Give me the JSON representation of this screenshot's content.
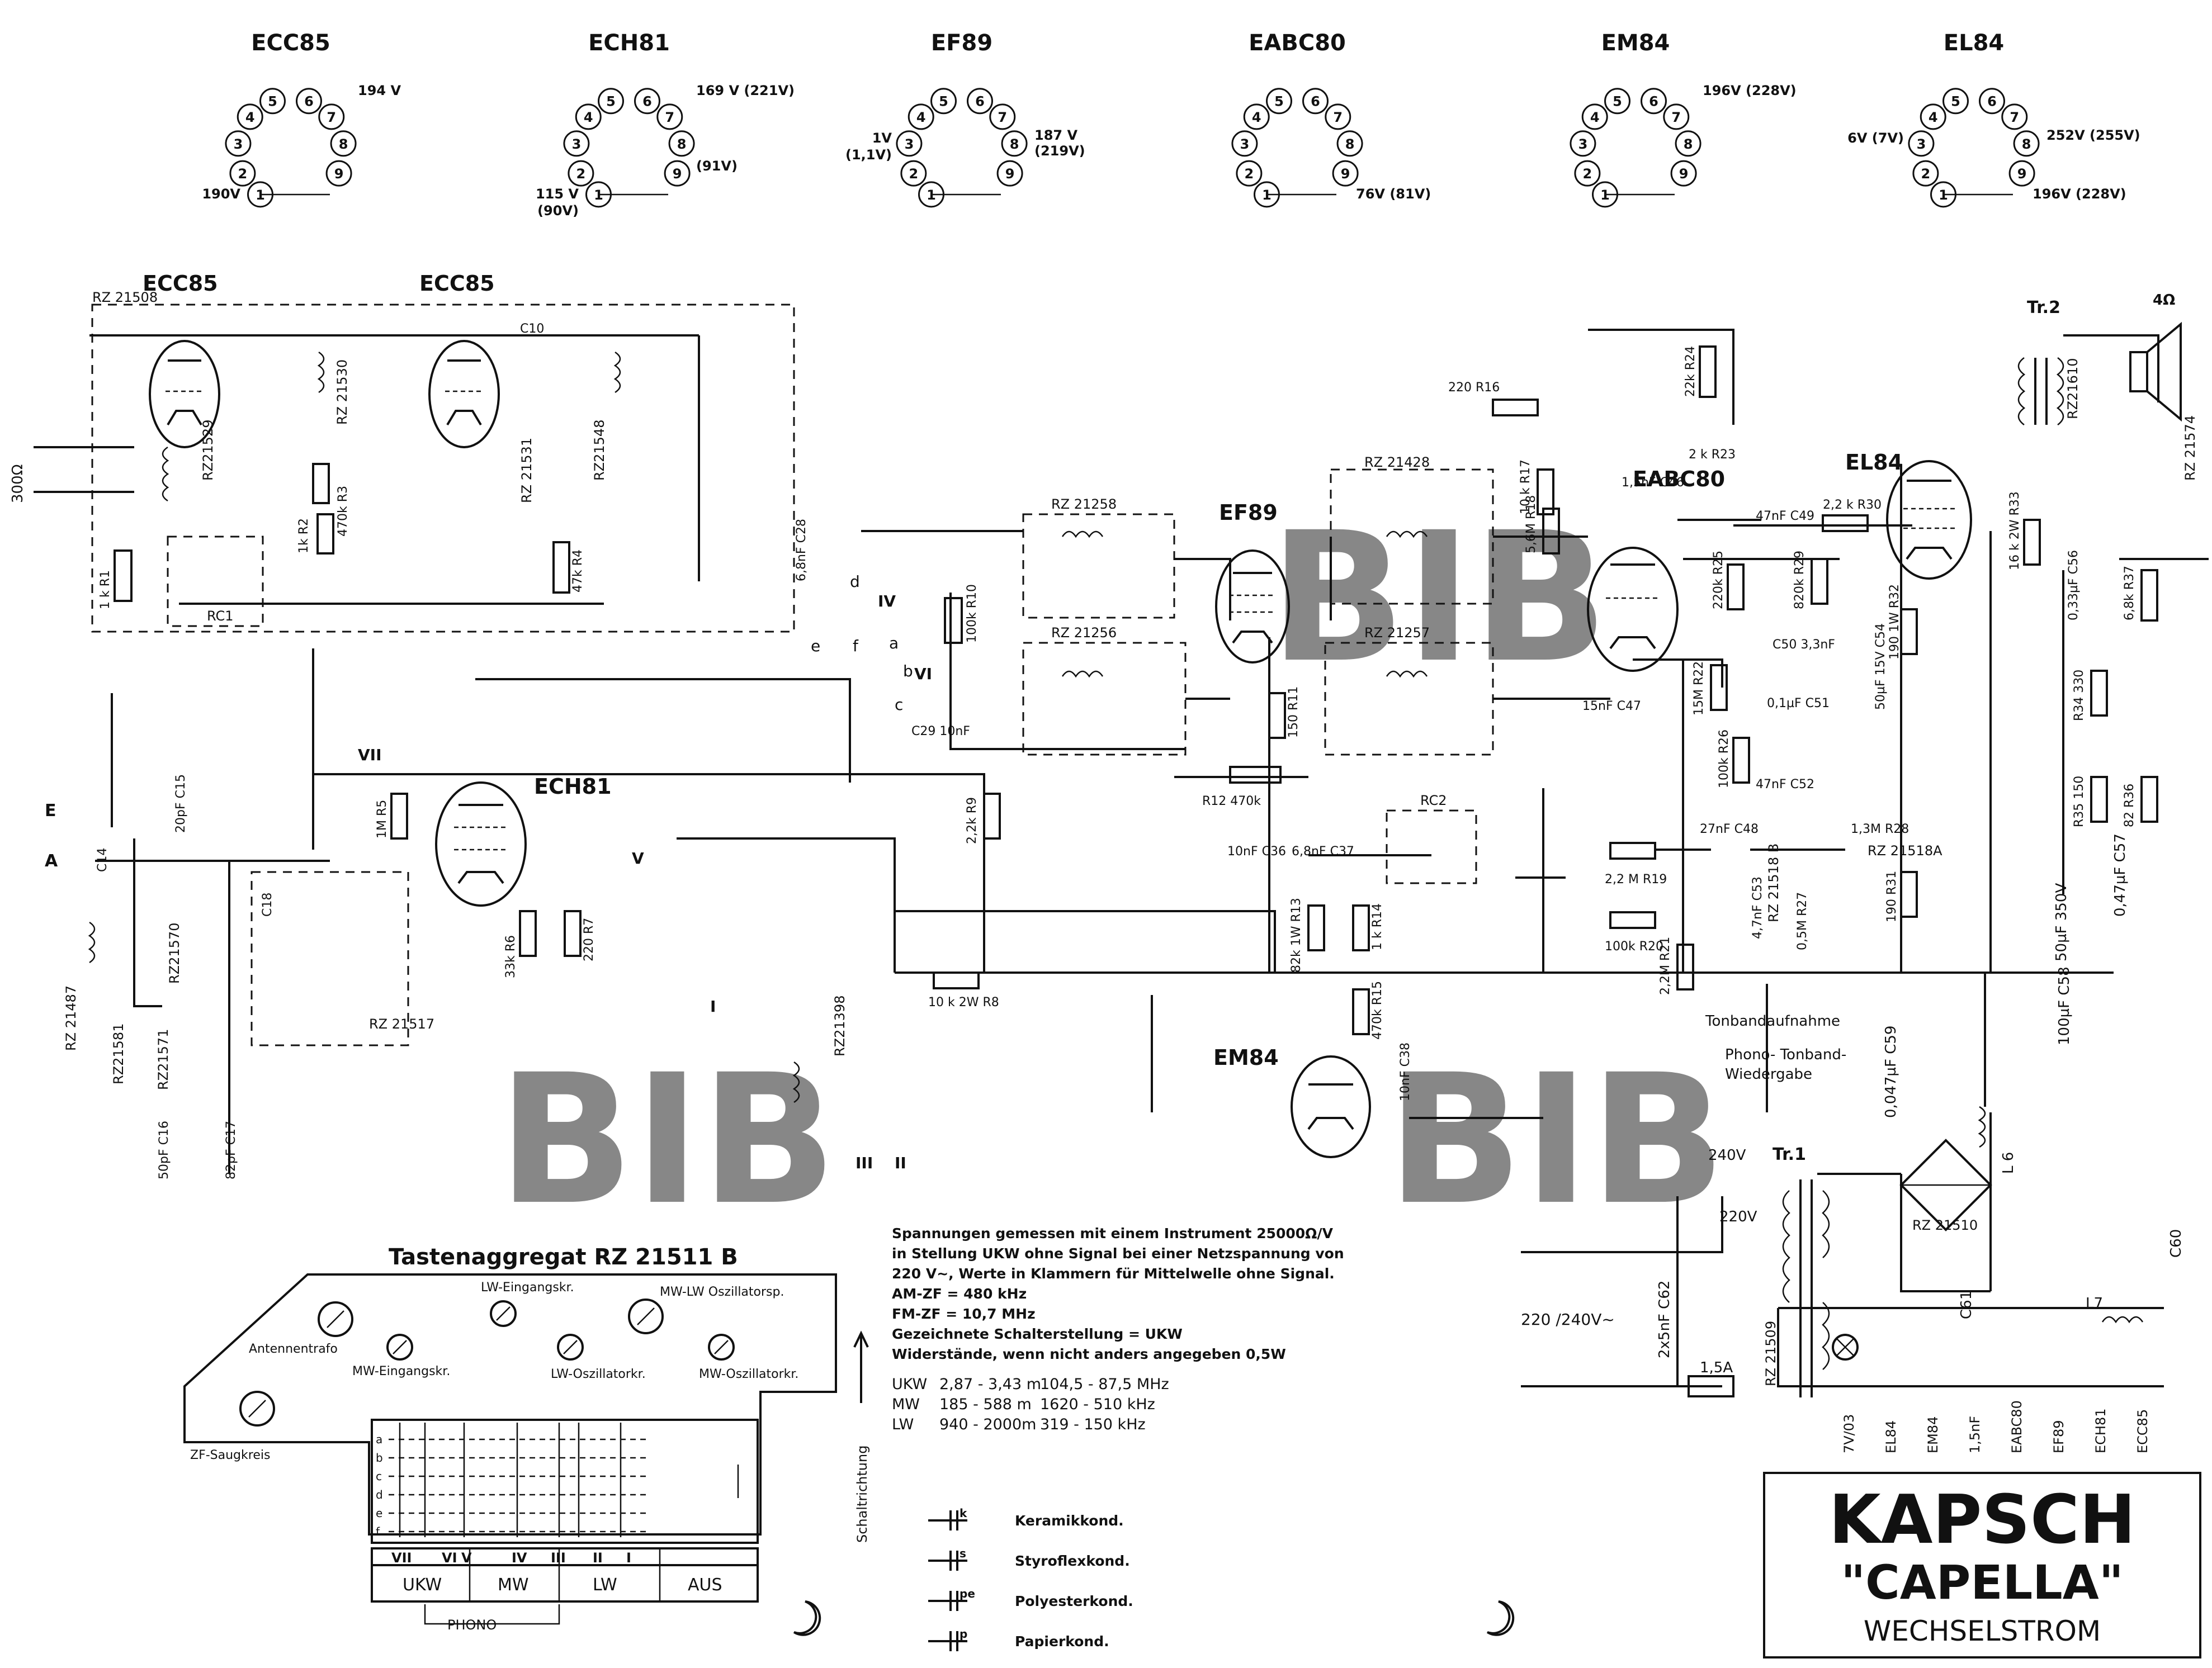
{
  "pinouts": [
    {
      "tube": "ECC85",
      "v6": "194 V",
      "v1": "190V"
    },
    {
      "tube": "ECH81",
      "v6": "169 V (221V)",
      "v8": "(91V)",
      "v1": "115 V",
      "v1b": "(90V)"
    },
    {
      "tube": "EF89",
      "v3": "1V",
      "v3b": "(1,1V)",
      "v7": "187 V",
      "v7b": "(219V)"
    },
    {
      "tube": "EABC80",
      "v9": "76V (81V)"
    },
    {
      "tube": "EM84",
      "v6": "196V (228V)"
    },
    {
      "tube": "EL84",
      "v3": "6V (7V)",
      "v7": "252V (255V)",
      "v9": "196V (228V)"
    }
  ],
  "pin_numbers": [
    "1",
    "2",
    "3",
    "4",
    "5",
    "6",
    "7",
    "8",
    "9"
  ],
  "tubes": {
    "ecc85_a": "ECC85",
    "ecc85_b": "ECC85",
    "ech81": "ECH81",
    "ef89": "EF89",
    "eabc80": "EABC80",
    "em84": "EM84",
    "el84": "EL84"
  },
  "modules": {
    "rz21508": "RZ 21508",
    "rz21529": "RZ21529",
    "rz21530": "RZ 21530",
    "rz21531": "RZ 21531",
    "rz21548": "RZ21548",
    "rz21258": "RZ 21258",
    "rz21256": "RZ 21256",
    "rz21428": "RZ 21428",
    "rz21257": "RZ 21257",
    "rz21517": "RZ 21517",
    "rz21398": "RZ21398",
    "rz21487": "RZ 21487",
    "rz21581": "RZ21581",
    "rz21570": "RZ21570",
    "rz21571": "RZ21571",
    "rz21518a": "RZ 21518A",
    "rz21518b": "RZ 21518 B",
    "rz21610": "RZ21610",
    "rz21574": "RZ 21574",
    "rz21510": "RZ 21510",
    "rz21509": "RZ 21509",
    "rc1": "RC1",
    "rc2": "RC2"
  },
  "labels": {
    "input_300": "300Ω",
    "speaker": "4Ω",
    "tr2": "Tr.2",
    "tr1": "Tr.1",
    "e": "E",
    "a": "A",
    "v240": "240V",
    "v220": "220V",
    "mains": "220 /240V~",
    "fuse": "1,5A",
    "tonband_aufnahme": "Tonbandaufnahme",
    "phono_tonband": "Phono- Tonband-",
    "wiedergabe": "Wiedergabe",
    "l6": "L 6",
    "l7": "L7",
    "c60": "C60",
    "c61": "C61",
    "c62": "2x5nF C62",
    "c59": "0,047µF C59",
    "c57": "0,47µF C57",
    "c58": "100µF C58",
    "c55": "50µF 350V"
  },
  "components": {
    "r1": "1 k R1",
    "r2": "1k R2",
    "r3": "470k R3",
    "r4": "47k R4",
    "r5": "1M R5",
    "r6": "33k R6",
    "r7": "220 R7",
    "r8": "10 k 2W R8",
    "r9": "2,2k R9",
    "r10": "100k R10",
    "r11": "150 R11",
    "r12": "R12 470k",
    "r13": "82k 1W R13",
    "r14": "1 k R14",
    "r15": "470k R15",
    "r16": "220 R16",
    "r17": "10 k R17",
    "r18": "5,6M R18",
    "r19": "2,2 M R19",
    "r20": "100k R20",
    "r21": "2,2M R21",
    "r22": "15M R22",
    "r23": "2 k R23",
    "r24": "22k R24",
    "r25": "220k R25",
    "r26": "100k R26",
    "r27": "0,5M R27",
    "r28": "1,3M R28",
    "r29": "820k R29",
    "r30": "2,2 k R30",
    "r31": "190 R31",
    "r32": "190 1W R32",
    "r33": "16 k 2W R33",
    "r34": "R34 330",
    "r35": "R35 150",
    "r36": "82 R36",
    "r37": "6,8k R37",
    "c10": "C10",
    "c28": "6,8nF C28",
    "c29": "C29 10nF",
    "c47": "15nF C47",
    "c49": "47nF C49",
    "c50": "C50 3,3nF",
    "c51": "0,1µF C51",
    "c52": "47nF C52",
    "c53": "4,7nF C53",
    "c54": "50µF 15V C54",
    "c56": "0,33µF C56",
    "c18": "C18",
    "c14": "C14",
    "c15": "20pF C15",
    "c16": "50pF C16",
    "c17": "82pF C17",
    "c37": "6,8nF C37",
    "c38": "10nF C38",
    "c36": "10nF C36",
    "c46": "1,5nF C46",
    "c48": "27nF C48"
  },
  "switch_positions": [
    "a",
    "b",
    "c",
    "d",
    "e",
    "f"
  ],
  "switch_roman": [
    "I",
    "II",
    "III",
    "IV",
    "V",
    "VI",
    "VII"
  ],
  "measurement_notes": [
    "Spannungen gemessen mit einem Instrument 25000Ω/V",
    "in Stellung UKW ohne Signal bei einer Netzspannung von",
    "220 V~, Werte in Klammern für Mittelwelle ohne Signal.",
    "AM-ZF = 480 kHz",
    "FM-ZF = 10,7 MHz",
    "Gezeichnete Schalterstellung = UKW",
    "Widerstände, wenn nicht anders angegeben 0,5W"
  ],
  "bands": [
    {
      "band": "UKW",
      "wave": "2,87 - 3,43 m",
      "freq": "104,5 - 87,5 MHz"
    },
    {
      "band": "MW",
      "wave": "185 - 588 m",
      "freq": "1620 - 510 kHz"
    },
    {
      "band": "LW",
      "wave": "940 - 2000m",
      "freq": "319 - 150 kHz"
    }
  ],
  "legend": [
    {
      "symbol": "k",
      "label": "Keramikkond."
    },
    {
      "symbol": "s",
      "label": "Styroflexkond."
    },
    {
      "symbol": "pe",
      "label": "Polyesterkond."
    },
    {
      "symbol": "p",
      "label": "Papierkond."
    }
  ],
  "keyboard": {
    "title": "Tastenaggregat RZ 21511 B",
    "trimmers": [
      "Antennentrafo",
      "LW-Eingangskr.",
      "MW-LW Oszillatorsp.",
      "MW-Eingangskr.",
      "LW-Oszillatorkr.",
      "MW-Oszillatorkr.",
      "ZF-Saugkreis"
    ],
    "rows": [
      "a",
      "b",
      "c",
      "d",
      "e",
      "f"
    ],
    "romans": [
      "VII",
      "VI",
      "V",
      "IV",
      "III",
      "II",
      "I"
    ],
    "keys": [
      "UKW",
      "MW",
      "LW",
      "AUS"
    ],
    "phono": "PHONO",
    "direction": "Schaltrichtung"
  },
  "heater_chain": [
    "7V/03",
    "EL84",
    "EM84",
    "1,5nF",
    "EABC80",
    "EF89",
    "ECH81",
    "ECC85"
  ],
  "brand": {
    "name": "KAPSCH",
    "model": "\"CAPELLA\"",
    "type": "WECHSELSTROM"
  },
  "watermark": "BIB"
}
